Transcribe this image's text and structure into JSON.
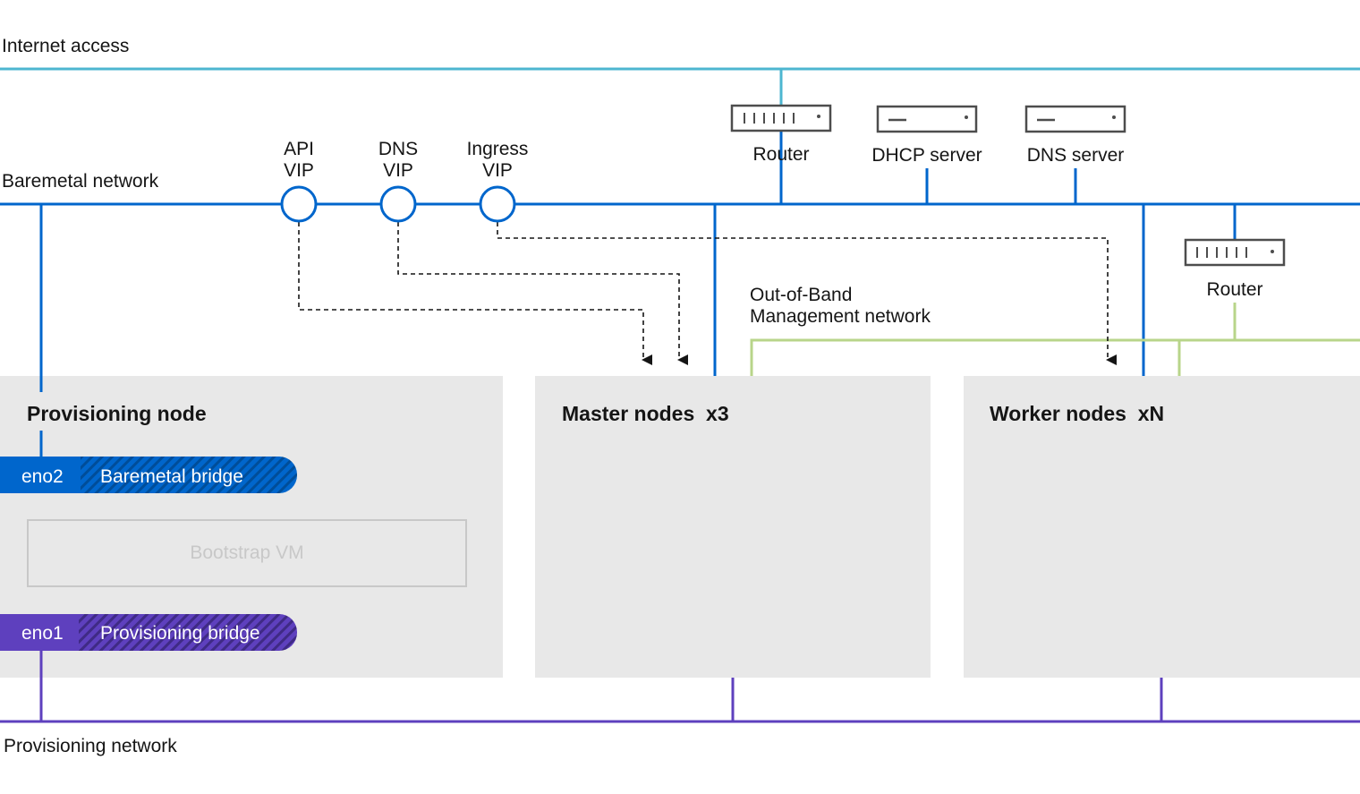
{
  "networks": {
    "internet": "Internet access",
    "baremetal": "Baremetal network",
    "oob_line1": "Out-of-Band",
    "oob_line2": "Management network",
    "provisioning": "Provisioning network"
  },
  "vips": [
    {
      "line1": "API",
      "line2": "VIP"
    },
    {
      "line1": "DNS",
      "line2": "VIP"
    },
    {
      "line1": "Ingress",
      "line2": "VIP"
    }
  ],
  "devices": {
    "router_top": "Router",
    "dhcp": "DHCP server",
    "dns": "DNS server",
    "router_oob": "Router"
  },
  "nodes": {
    "provisioning": "Provisioning node",
    "master": "Master nodes  x3",
    "worker": "Worker nodes  xN"
  },
  "bridges": {
    "eno2": "eno2",
    "baremetal_bridge": "Baremetal bridge",
    "eno1": "eno1",
    "provisioning_bridge": "Provisioning bridge"
  },
  "bootstrap_vm": "Bootstrap VM",
  "colors": {
    "internet_line": "#4db6d0",
    "baremetal_line": "#0066cc",
    "provisioning_line": "#5e40be",
    "oob_line": "#b8d58a",
    "node_box": "#e8e8e8",
    "device_stroke": "#4d4d4d"
  }
}
